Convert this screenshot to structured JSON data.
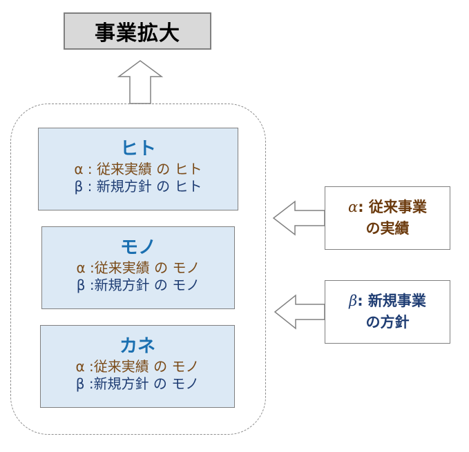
{
  "goal": {
    "label": "事業拡大"
  },
  "resources": [
    {
      "title": "ヒト",
      "alpha_line": "α : 従来実績 の ヒト",
      "beta_line": "β : 新規方針 の ヒト"
    },
    {
      "title": "モノ",
      "alpha_line": "α :従来実績 の モノ",
      "beta_line": "β :新規方針 の モノ"
    },
    {
      "title": "カネ",
      "alpha_line": "α :従来実績 の モノ",
      "beta_line": "β :新規方針 の モノ"
    }
  ],
  "inputs": [
    {
      "symbol": "α",
      "line1": ": 従来事業",
      "line2": "の実績"
    },
    {
      "symbol": "β",
      "line1": ": 新規事業",
      "line2": "の方針"
    }
  ],
  "colors": {
    "resource_fill": "#dce9f5",
    "resource_title": "#1a6fb0",
    "alpha_text": "#7a4a17",
    "beta_text": "#1f3d73",
    "goal_fill": "#d9d9d9"
  }
}
